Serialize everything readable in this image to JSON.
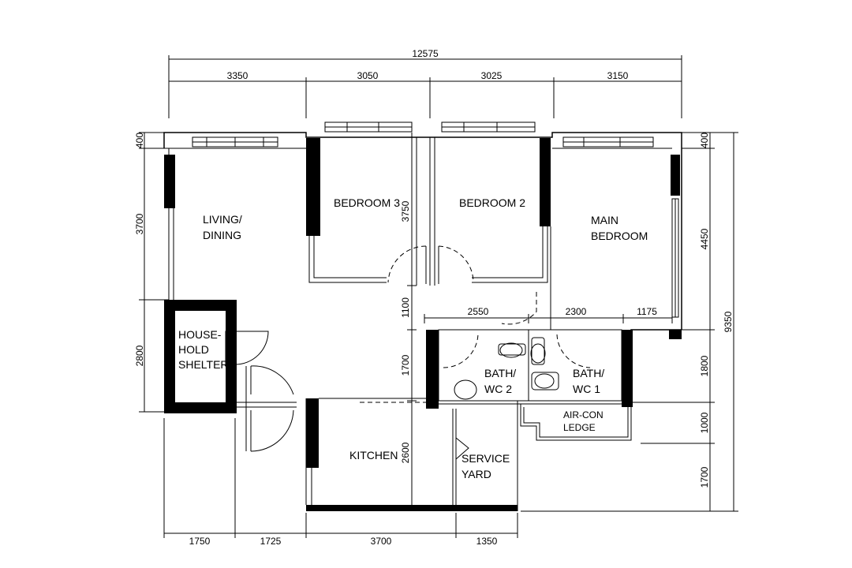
{
  "rooms": {
    "living_1": "LIVING/",
    "living_2": "DINING",
    "bedroom3": "BEDROOM 3",
    "bedroom2": "BEDROOM 2",
    "main_1": "MAIN",
    "main_2": "BEDROOM",
    "shelter_1": "HOUSE-",
    "shelter_2": "HOLD",
    "shelter_3": "SHELTER",
    "bath2_1": "BATH/",
    "bath2_2": "WC 2",
    "bath1_1": "BATH/",
    "bath1_2": "WC 1",
    "aircon_1": "AIR-CON",
    "aircon_2": "LEDGE",
    "kitchen": "KITCHEN",
    "service_1": "SERVICE",
    "service_2": "YARD"
  },
  "dimensions": {
    "top_total": "12575",
    "top": [
      "3350",
      "3050",
      "3025",
      "3150"
    ],
    "bottom": [
      "1750",
      "1725",
      "3700",
      "1350"
    ],
    "left": [
      "400",
      "3700",
      "2800"
    ],
    "right_inner": [
      "400",
      "4450",
      "1800",
      "1000",
      "1700"
    ],
    "right_total": "9350",
    "interior_h": [
      "2550",
      "2300",
      "1175"
    ],
    "interior_v": [
      "3750",
      "1100",
      "1700",
      "2600"
    ]
  }
}
